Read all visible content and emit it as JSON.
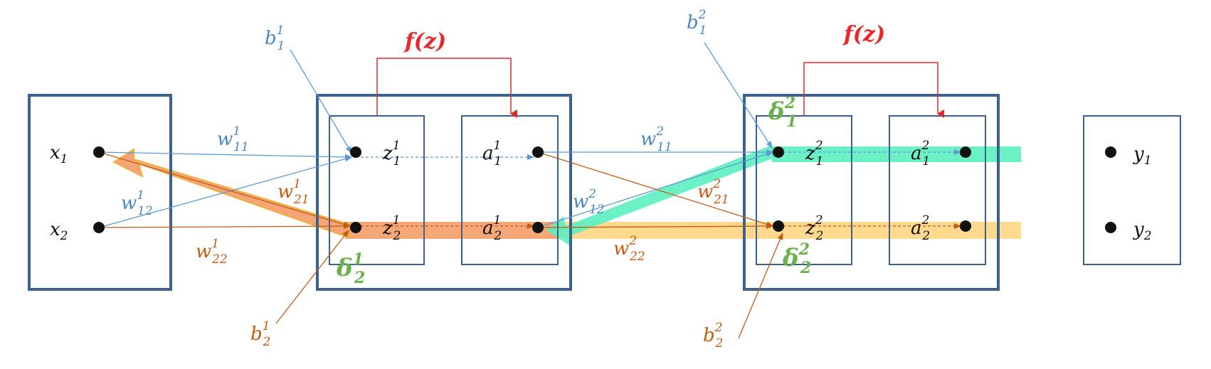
{
  "colors": {
    "box_outer": "#3b618f",
    "box_inner": "#3b618f",
    "blue_arrow": "#5b9bd5",
    "blue_text": "#4a86c5",
    "orange_arrow": "#c55a11",
    "orange_text": "#c55a11",
    "red": "#e8282b",
    "green": "#6ab04c",
    "teal_band": "#5cf0c0",
    "salmon_band": "#f4a477",
    "yellow_band": "#ffd27a",
    "node": "#111111"
  },
  "activation_label": "f(z)",
  "input": {
    "x1": {
      "base": "x",
      "sub": "1"
    },
    "x2": {
      "base": "x",
      "sub": "2"
    }
  },
  "layer1": {
    "z1": {
      "base": "z",
      "sub": "1",
      "sup": "1"
    },
    "z2": {
      "base": "z",
      "sub": "2",
      "sup": "1"
    },
    "a1": {
      "base": "a",
      "sub": "1",
      "sup": "1"
    },
    "a2": {
      "base": "a",
      "sub": "2",
      "sup": "1"
    },
    "b1": {
      "base": "b",
      "sub": "1",
      "sup": "1"
    },
    "b2": {
      "base": "b",
      "sub": "2",
      "sup": "1"
    },
    "delta2": {
      "base": "δ",
      "sub": "2",
      "sup": "1"
    }
  },
  "layer2": {
    "z1": {
      "base": "z",
      "sub": "1",
      "sup": "2"
    },
    "z2": {
      "base": "z",
      "sub": "2",
      "sup": "2"
    },
    "a1": {
      "base": "a",
      "sub": "1",
      "sup": "2"
    },
    "a2": {
      "base": "a",
      "sub": "2",
      "sup": "2"
    },
    "b1": {
      "base": "b",
      "sub": "1",
      "sup": "2"
    },
    "b2": {
      "base": "b",
      "sub": "2",
      "sup": "2"
    },
    "delta1": {
      "base": "δ",
      "sub": "1",
      "sup": "2"
    },
    "delta2": {
      "base": "δ",
      "sub": "2",
      "sup": "2"
    }
  },
  "weights1": {
    "w11": {
      "base": "w",
      "sub": "11",
      "sup": "1"
    },
    "w12": {
      "base": "w",
      "sub": "12",
      "sup": "1"
    },
    "w21": {
      "base": "w",
      "sub": "21",
      "sup": "1"
    },
    "w22": {
      "base": "w",
      "sub": "22",
      "sup": "1"
    }
  },
  "weights2": {
    "w11": {
      "base": "w",
      "sub": "11",
      "sup": "2"
    },
    "w12": {
      "base": "w",
      "sub": "12",
      "sup": "2"
    },
    "w21": {
      "base": "w",
      "sub": "21",
      "sup": "2"
    },
    "w22": {
      "base": "w",
      "sub": "22",
      "sup": "2"
    }
  },
  "output": {
    "y1": {
      "base": "y",
      "sub": "1"
    },
    "y2": {
      "base": "y",
      "sub": "2"
    }
  }
}
